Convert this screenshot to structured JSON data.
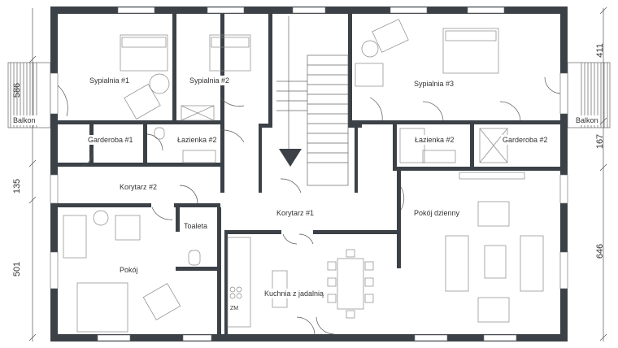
{
  "rooms": {
    "bedroom1": "Sypialnia #1",
    "bedroom2": "Sypialnia #2",
    "bedroom3": "Sypialnia #3",
    "wardrobe1": "Garderoba #1",
    "wardrobe2": "Garderoba #2",
    "bathroom_left": "Łazienka #2",
    "bathroom_right": "Łazienka #2",
    "corridor1": "Korytarz #1",
    "corridor2": "Korytarz #2",
    "toilet": "Toaleta",
    "room": "Pokój",
    "living_room": "Pokój dzienny",
    "kitchen": "Kuchnia z jadalnią",
    "balcony_left": "Balkon",
    "balcony_right": "Balkon"
  },
  "dimensions": {
    "left_top": "586",
    "left_mid": "135",
    "left_bottom": "501",
    "right_top": "411",
    "right_mid": "167",
    "right_bottom": "646"
  },
  "appliance_marks": {
    "fridge": "ZM"
  },
  "colors": {
    "wall": "#3b4147",
    "line": "#555555",
    "furniture": "#888888"
  }
}
